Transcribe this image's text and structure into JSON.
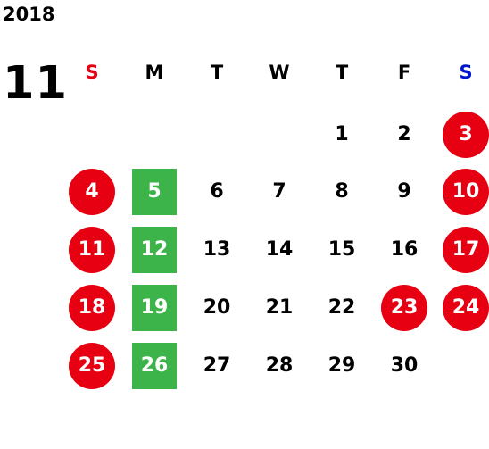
{
  "calendar": {
    "year": "2018",
    "month": "11",
    "colors": {
      "sunday_header": "#e60012",
      "saturday_header": "#0016cc",
      "holiday_circle": "#e60012",
      "marked_square": "#3cb44a",
      "text": "#000000"
    },
    "weekdays": [
      {
        "label": "S",
        "type": "sunday"
      },
      {
        "label": "M",
        "type": "weekday"
      },
      {
        "label": "T",
        "type": "weekday"
      },
      {
        "label": "W",
        "type": "weekday"
      },
      {
        "label": "T",
        "type": "weekday"
      },
      {
        "label": "F",
        "type": "weekday"
      },
      {
        "label": "S",
        "type": "saturday"
      }
    ],
    "weeks": [
      [
        null,
        null,
        null,
        null,
        {
          "day": "1"
        },
        {
          "day": "2"
        },
        {
          "day": "3",
          "style": "holiday"
        }
      ],
      [
        {
          "day": "4",
          "style": "holiday"
        },
        {
          "day": "5",
          "style": "marked"
        },
        {
          "day": "6"
        },
        {
          "day": "7"
        },
        {
          "day": "8"
        },
        {
          "day": "9"
        },
        {
          "day": "10",
          "style": "holiday"
        }
      ],
      [
        {
          "day": "11",
          "style": "holiday"
        },
        {
          "day": "12",
          "style": "marked"
        },
        {
          "day": "13"
        },
        {
          "day": "14"
        },
        {
          "day": "15"
        },
        {
          "day": "16"
        },
        {
          "day": "17",
          "style": "holiday"
        }
      ],
      [
        {
          "day": "18",
          "style": "holiday"
        },
        {
          "day": "19",
          "style": "marked"
        },
        {
          "day": "20"
        },
        {
          "day": "21"
        },
        {
          "day": "22"
        },
        {
          "day": "23",
          "style": "holiday"
        },
        {
          "day": "24",
          "style": "holiday"
        }
      ],
      [
        {
          "day": "25",
          "style": "holiday"
        },
        {
          "day": "26",
          "style": "marked"
        },
        {
          "day": "27"
        },
        {
          "day": "28"
        },
        {
          "day": "29"
        },
        {
          "day": "30"
        },
        null
      ]
    ]
  }
}
